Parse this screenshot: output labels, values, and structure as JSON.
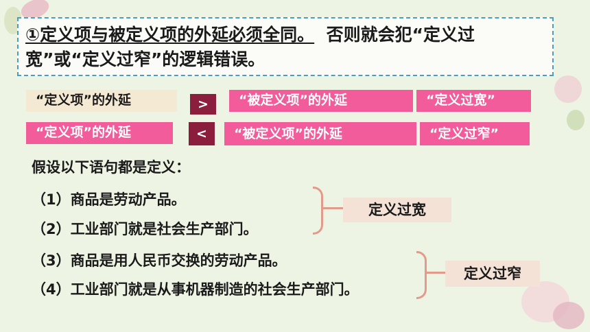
{
  "intro": {
    "line1_part1": "①定义项与被定义项的外延必须全同。",
    "line1_part2": "否则就会犯“定义过",
    "line2": "宽”或“定义过窄”的逻辑错误。"
  },
  "comparison": {
    "row1": {
      "left": "“定义项”的外延",
      "symbol": ">",
      "right": "“被定义项”的外延",
      "result": "“定义过宽”"
    },
    "row2": {
      "left": "“定义项”的外延",
      "symbol": "<",
      "right": "“被定义项”的外延",
      "result": "“定义过窄”"
    }
  },
  "examples": {
    "heading": "假设以下语句都是定义：",
    "items": [
      "（1）商品是劳动产品。",
      "（2）工业部门就是社会生产部门。",
      "（3）商品是用人民币交换的劳动产品。",
      "（4）工业部门就是从事机器制造的社会生产部门。"
    ],
    "group1_label": "定义过宽",
    "group2_label": "定义过窄"
  },
  "colors": {
    "pink": "#f25c9a",
    "dark_red": "#8a1e3c",
    "beige": "#f4e9d3",
    "brace": "#e39a8a",
    "border": "#4a9dbf"
  }
}
